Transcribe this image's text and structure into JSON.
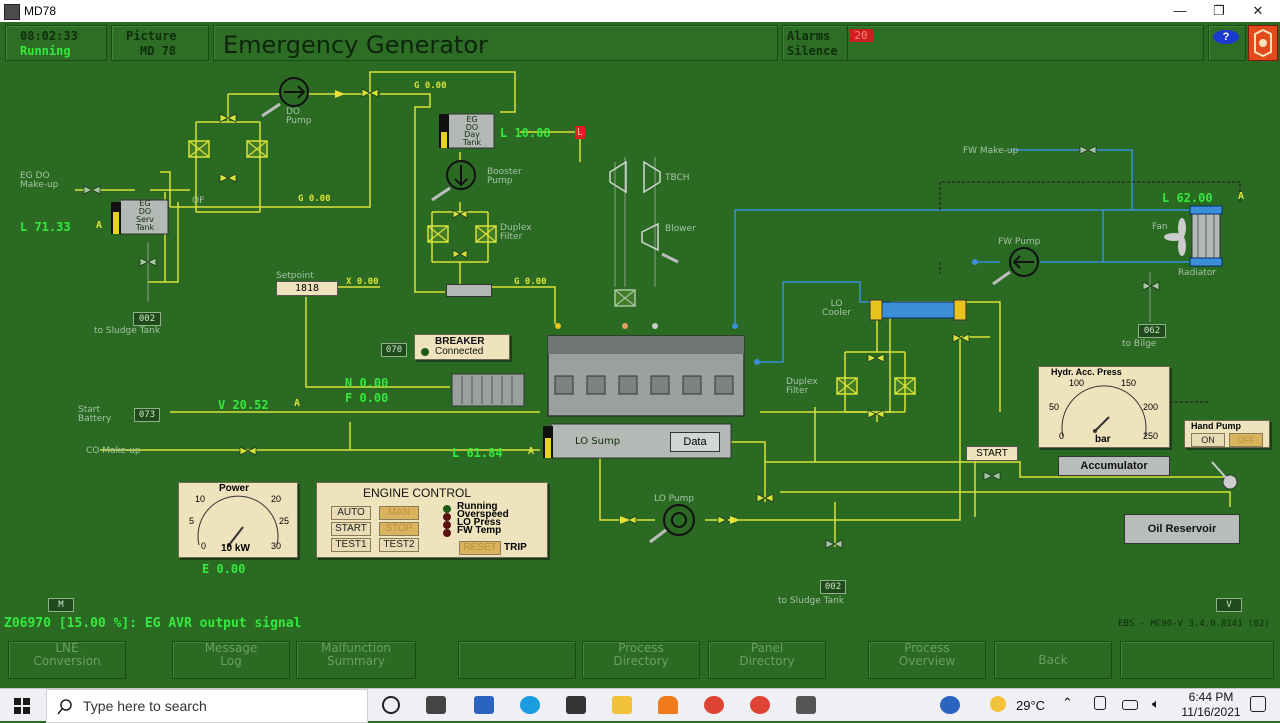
{
  "window": {
    "title": "MD78",
    "minimize": "—",
    "restore": "❐",
    "close": "✕"
  },
  "header": {
    "clock": "08:02:33",
    "run_state": "Running",
    "picture_label": "Picture",
    "picture_id": "MD  78",
    "page_title": "Emergency Generator",
    "alarms_label": "Alarms",
    "alarms_count": "20",
    "silence_label": "Silence",
    "help_icon": "?"
  },
  "diagram": {
    "do_pump_label": "DO\nPump",
    "eg_do_makeup": "EG DO\nMake-up",
    "serv_tank_label": "EG\nDO\nServ\nTank",
    "serv_tank_level": "L  71.33",
    "serv_tank_unit": "A",
    "overflow_label": "OF",
    "flow1": "G  0.00",
    "flow2": "G  0.00",
    "day_tank_label": "EG\nDO\nDay\nTank",
    "day_tank_level": "L  10.08",
    "day_tank_alarm": "L",
    "booster_pump": "Booster\nPump",
    "duplex_filter": "Duplex\nFilter",
    "tbch": "TBCH",
    "blower": "Blower",
    "setpoint_label": "Setpoint",
    "setpoint_value": "1818",
    "x_value": "X  0.00",
    "g_value3": "G  0.00",
    "sludge_tag1": "002",
    "to_sludge_tank1": "to Sludge Tank",
    "breaker_label": "BREAKER",
    "breaker_state": "Connected",
    "tag_070": "070",
    "n_value": "N  0.00",
    "f_value": "F  0.00",
    "start_battery": "Start\nBattery",
    "tag_073": "073",
    "v_value": "V  20.52",
    "v_unit": "A",
    "co_makeup": "CO Make-up",
    "lo_sump": "LO Sump",
    "data_button": "Data",
    "lo_sump_level": "L  61.84",
    "lo_sump_unit": "A",
    "lo_pump": "LO Pump",
    "sludge_tag2": "002",
    "to_sludge_tank2": "to Sludge Tank",
    "fw_makeup": "FW Make-up",
    "radiator_level": "L  62.00",
    "radiator_unit": "A",
    "fan": "Fan",
    "radiator": "Radiator",
    "fw_pump": "FW Pump",
    "lo_cooler": "LO\nCooler",
    "duplex_filter2": "Duplex\nFilter",
    "bilge_tag": "062",
    "to_bilge": "to Bilge",
    "start_button": "START",
    "accumulator": "Accumulator",
    "oil_reservoir": "Oil Reservoir",
    "power_title": "Power",
    "power_unit": "10 kW",
    "power_ticks": [
      "10",
      "20",
      "5",
      "25",
      "0",
      "30"
    ],
    "e_value": "E  0.00",
    "hydr_title": "Hydr. Acc. Press",
    "hydr_unit": "bar",
    "hydr_ticks": [
      "100",
      "150",
      "50",
      "200",
      "0",
      "250"
    ],
    "hand_pump": "Hand Pump",
    "hand_on": "ON",
    "hand_off": "OFF",
    "m_tag": "M",
    "v_tag": "V",
    "version": "EBS - MC90-V 3.4.0.8141 (82)"
  },
  "engine_control": {
    "title": "ENGINE CONTROL",
    "auto": "AUTO",
    "man": "MAN",
    "start": "START",
    "stop": "STOP",
    "test1": "TEST1",
    "test2": "TEST2",
    "reset": "RESET",
    "trip": "TRIP",
    "indicators": [
      "Running",
      "Overspeed",
      "LO Press",
      "FW Temp"
    ]
  },
  "status": {
    "message": "Z06970 [15.00 %]: EG AVR  output signal"
  },
  "nav": [
    {
      "label": "LNE\nConversion"
    },
    {
      "label": "Message\nLog"
    },
    {
      "label": "Malfunction\nSummary"
    },
    {
      "label": ""
    },
    {
      "label": "Process\nDirectory"
    },
    {
      "label": "Panel\nDirectory"
    },
    {
      "label": "Process\nOverview"
    },
    {
      "label": "Back"
    },
    {
      "label": ""
    }
  ],
  "taskbar": {
    "search_placeholder": "Type here to search",
    "temperature": "29°C",
    "time": "6:44 PM",
    "date": "11/16/2021"
  },
  "colors": {
    "bg": "#2a6a23",
    "pipe_yellow": "#d9e23b",
    "pipe_blue": "#3b8fd9",
    "text_green": "#36e93f",
    "alarm_red": "#e02020"
  }
}
